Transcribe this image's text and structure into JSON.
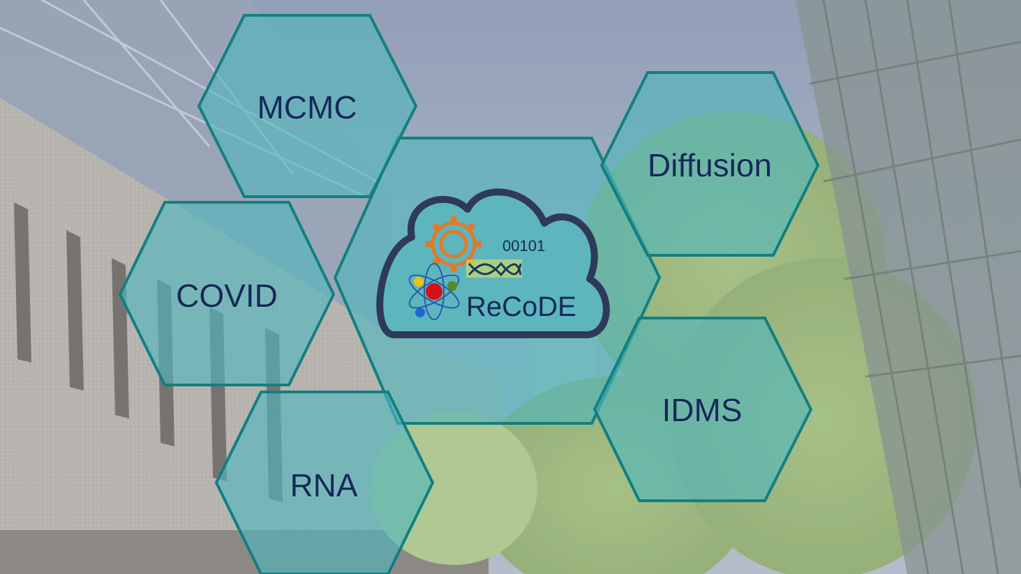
{
  "hexagons": {
    "mcmc": "MCMC",
    "diffusion": "Diffusion",
    "covid": "COVID",
    "idms": "IDMS",
    "rna": "RNA"
  },
  "logo": {
    "name": "ReCoDE",
    "binary": "00101"
  },
  "colors": {
    "hex_fill": "#4fb7bd",
    "hex_stroke": "#127f80",
    "text": "#14295a"
  }
}
